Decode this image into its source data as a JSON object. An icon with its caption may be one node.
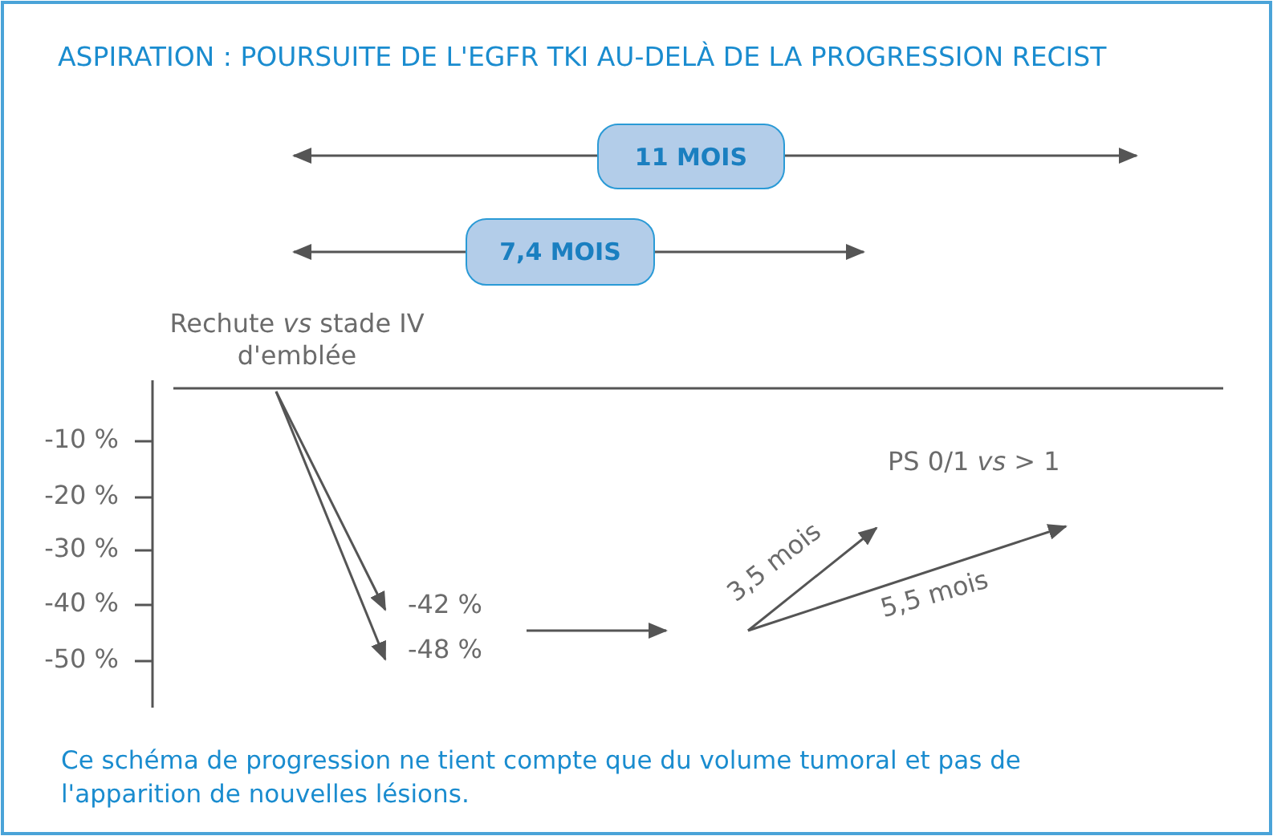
{
  "diagram": {
    "title": "ASPIRATION : POURSUITE DE L'EGFR TKI AU-DELÀ DE LA PROGRESSION RECIST",
    "caption": "Ce schéma de progression ne tient compte que du volume tumoral et pas de l'apparition de nouvelles lésions.",
    "nodes": [
      {
        "text": [
          "11 MOIS"
        ]
      },
      {
        "text": [
          "7,4 MOIS"
        ]
      },
      {
        "text": [
          "Rechute *vs* stade IV d'emblée"
        ]
      },
      {
        "text": [
          "-42 %"
        ]
      },
      {
        "text": [
          "-48 %"
        ]
      },
      {
        "text": [
          "PS 0/1 *vs* > 1"
        ]
      }
    ],
    "edges": [
      {
        "from": 2,
        "to": 3,
        "arrow": "to"
      },
      {
        "from": 2,
        "to": 4,
        "arrow": "to"
      },
      {
        "from": 3,
        "to": null,
        "arrow": "to"
      },
      {
        "from": null,
        "to": 5,
        "arrow": "to",
        "label": "3,5 mois"
      },
      {
        "from": null,
        "to": 5,
        "arrow": "to",
        "label": "5,5 mois"
      }
    ],
    "labels": [
      "-10 %",
      "-20 %",
      "-30 %",
      "-40 %",
      "-50 %"
    ]
  }
}
